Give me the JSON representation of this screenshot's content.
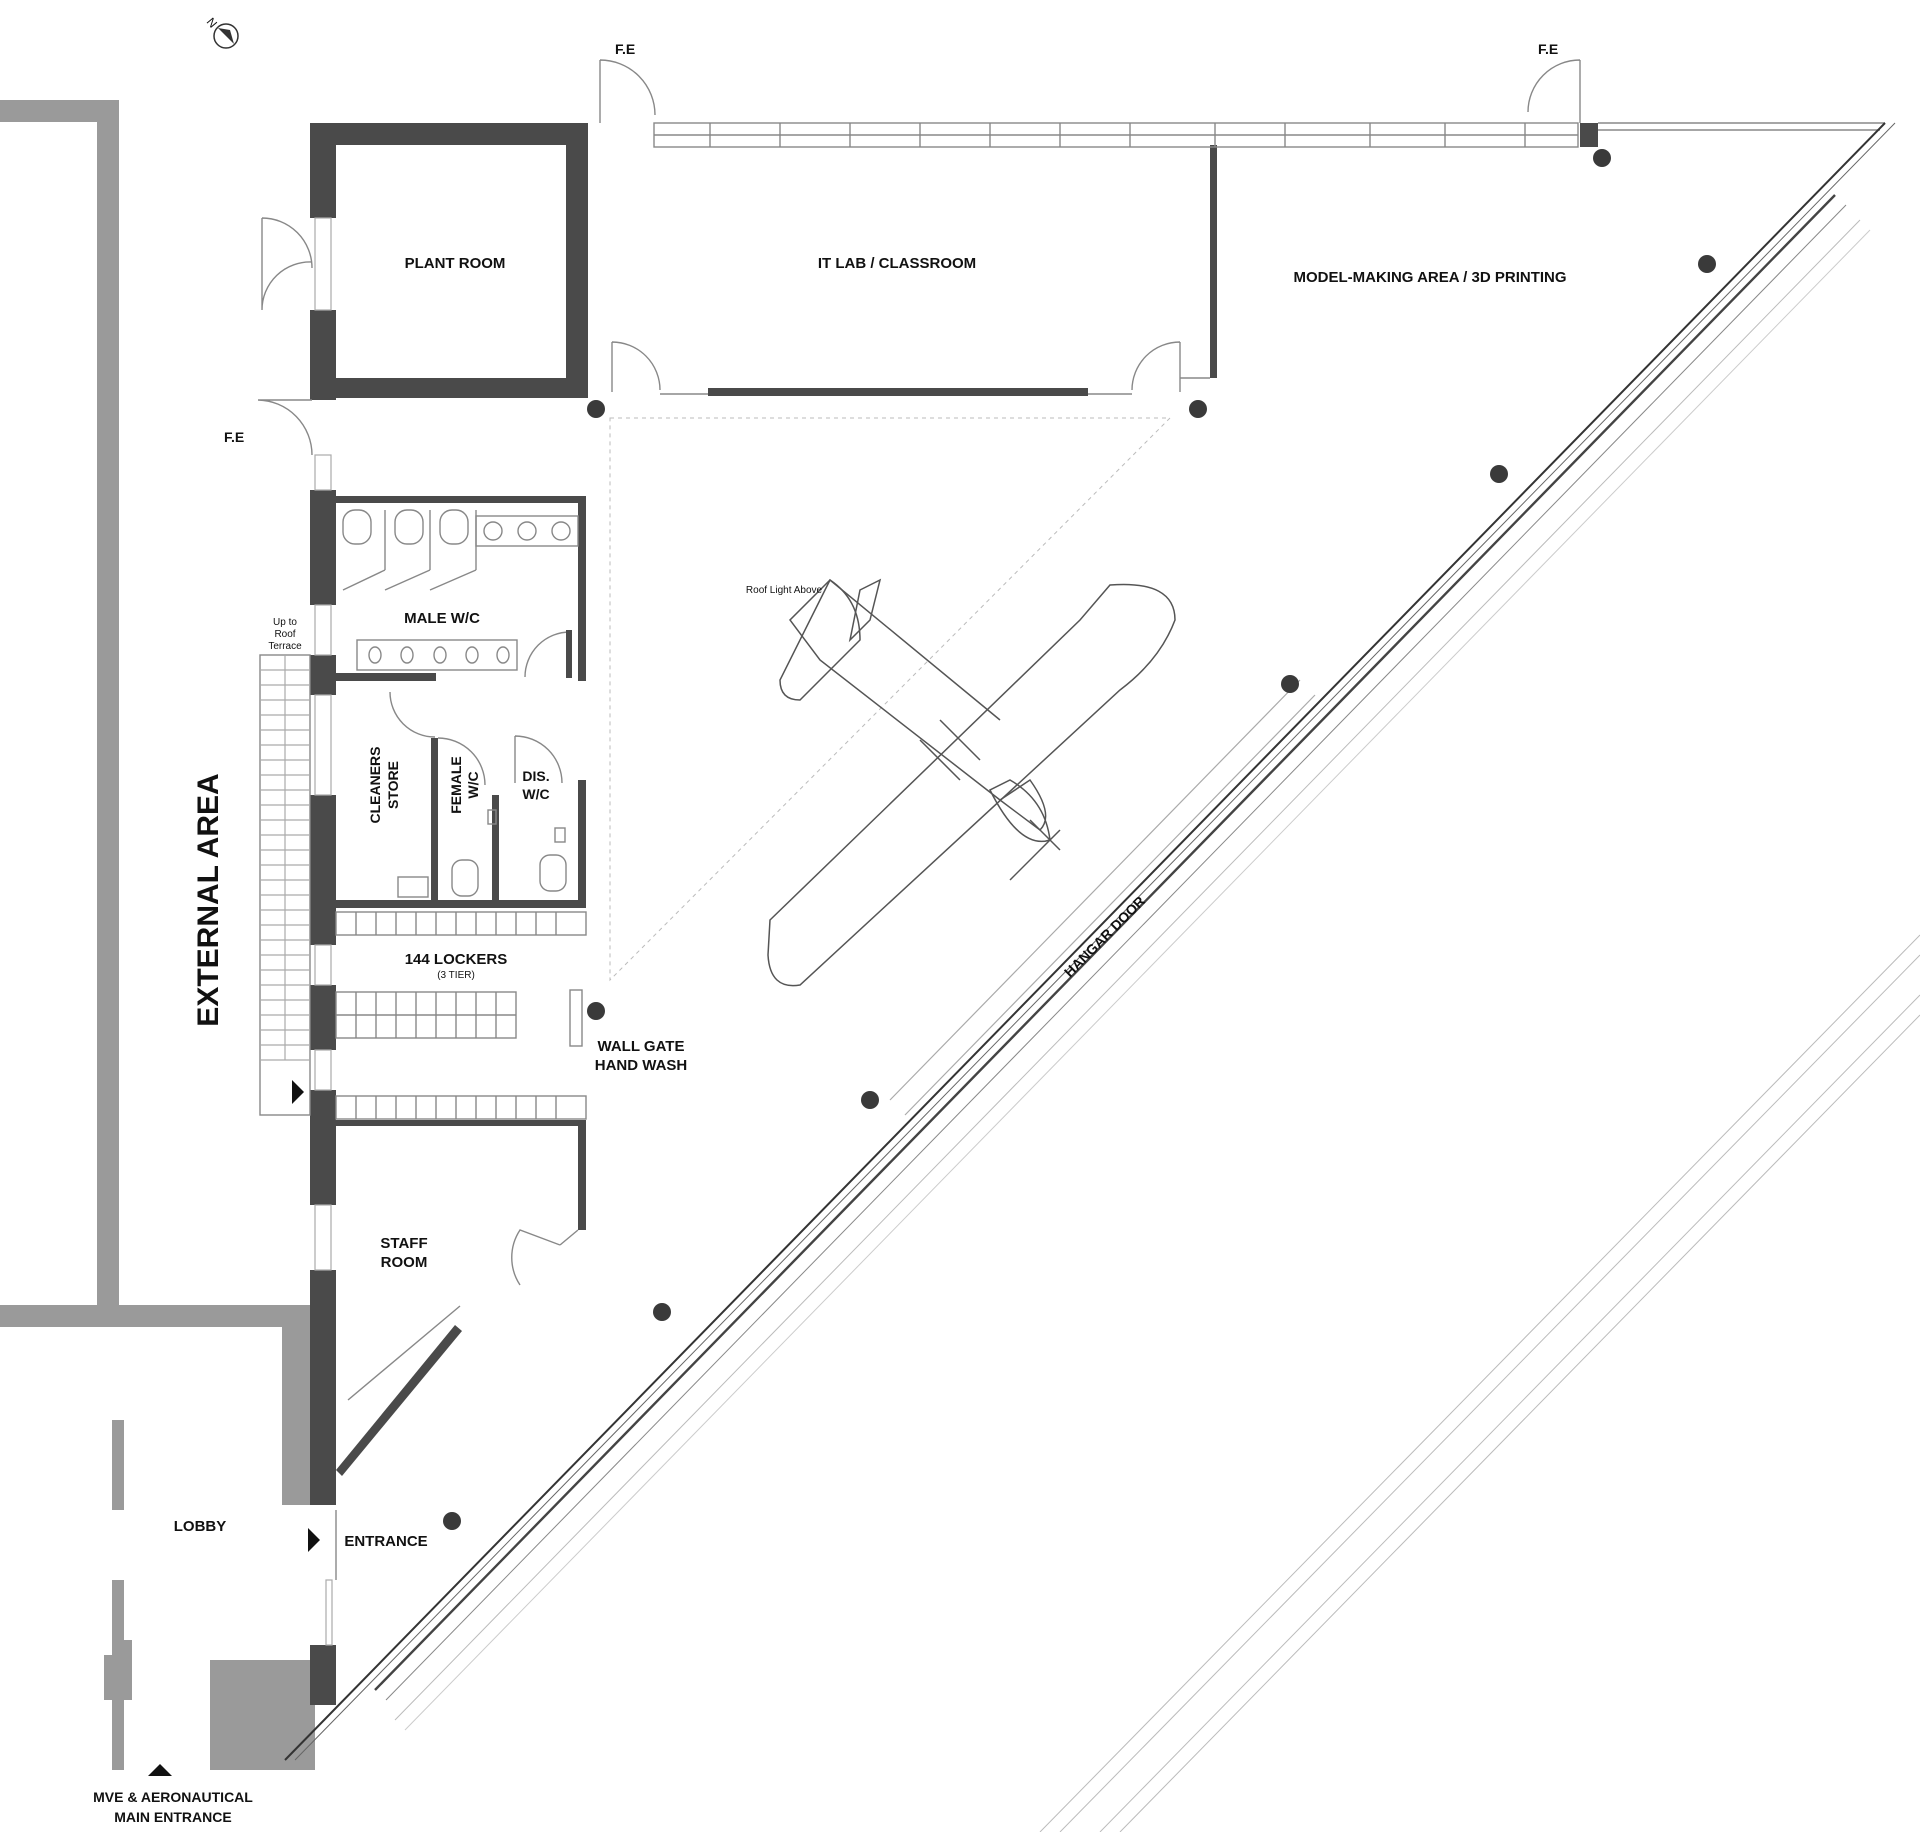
{
  "labels": {
    "fe_top_left": "F.E",
    "fe_top_right": "F.E",
    "fe_left": "F.E",
    "plant_room": "PLANT ROOM",
    "it_lab": "IT LAB / CLASSROOM",
    "model_making": "MODEL-MAKING AREA / 3D PRINTING",
    "male_wc": "MALE W/C",
    "up_to_roof_line1": "Up to",
    "up_to_roof_line2": "Roof",
    "up_to_roof_line3": "Terrace",
    "cleaners_line1": "CLEANERS",
    "cleaners_line2": "STORE",
    "female_line1": "FEMALE",
    "female_line2": "W/C",
    "dis_line1": "DIS.",
    "dis_line2": "W/C",
    "lockers": "144 LOCKERS",
    "lockers_sub": "(3 TIER)",
    "wall_gate_line1": "WALL GATE",
    "wall_gate_line2": "HAND WASH",
    "staff_line1": "STAFF",
    "staff_line2": "ROOM",
    "external_area": "EXTERNAL AREA",
    "roof_light": "Roof Light Above",
    "hangar_door": "HANGAR DOOR",
    "lobby": "LOBBY",
    "entrance": "ENTRANCE",
    "main_entrance_line1": "MVE & AERONAUTICAL",
    "main_entrance_line2": "MAIN ENTRANCE",
    "north": "N"
  }
}
